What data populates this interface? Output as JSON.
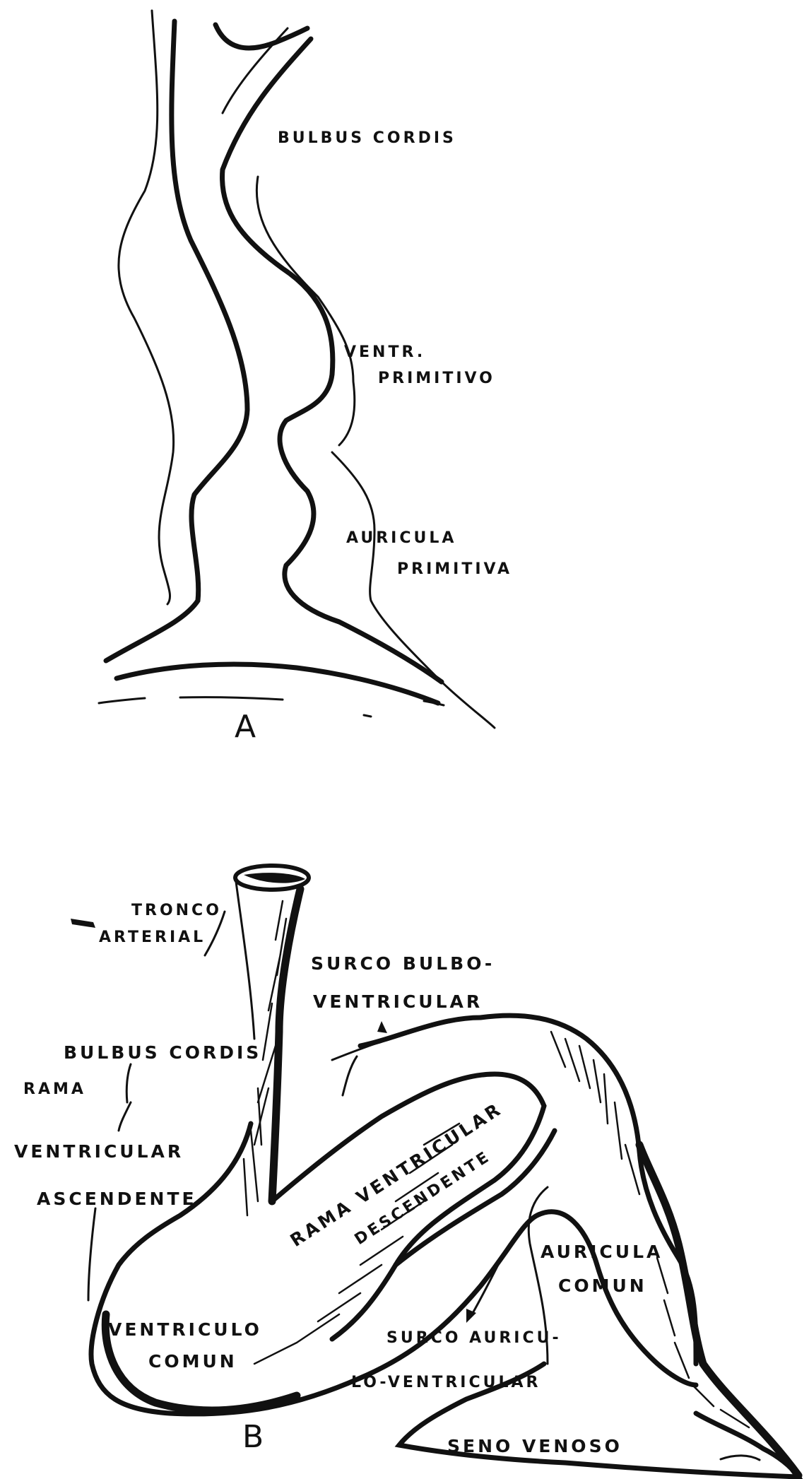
{
  "figure_a": {
    "letter": "A",
    "labels": {
      "bulbus_cordis": "BULBUS CORDIS",
      "ventr_line1": "VENTR.",
      "ventr_line2": "PRIMITIVO",
      "auricula_line1": "AURICULA",
      "auricula_line2": "PRIMITIVA"
    }
  },
  "figure_b": {
    "letter": "B",
    "labels": {
      "tronco_line1": "TRONCO",
      "tronco_line2": "ARTERIAL",
      "surco_bulbo_line1": "SURCO BULBO-",
      "surco_bulbo_line2": "VENTRICULAR",
      "bulbus_cordis": "BULBUS CORDIS",
      "rama_asc_line1": "RAMA",
      "rama_asc_line2": "VENTRICULAR",
      "rama_asc_line3": "ASCENDENTE",
      "rama_desc_line1": "RAMA VENTRICULAR",
      "rama_desc_line2": "DESCENDENTE",
      "auricula_line1": "AURICULA",
      "auricula_line2": "COMUN",
      "ventriculo_line1": "VENTRICULO",
      "ventriculo_line2": "COMUN",
      "surco_auriculo_line1": "SURCO AURICU-",
      "surco_auriculo_line2": "LO-VENTRICULAR",
      "seno_venoso": "SENO VENOSO"
    }
  }
}
